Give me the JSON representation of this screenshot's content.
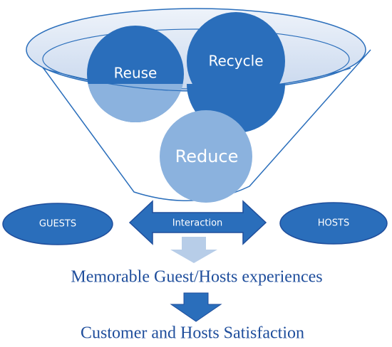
{
  "circles": {
    "reuse": "Reuse",
    "recycle": "Recycle",
    "reduce": "Reduce"
  },
  "left_oval": "GUESTS",
  "right_oval": "HOSTS",
  "arrow_label": "Interaction",
  "outcome_1": "Memorable Guest/Hosts experiences",
  "outcome_2": "Customer and Hosts Satisfaction",
  "colors": {
    "dark_blue": "#2a6ebb",
    "light_blue": "#8bb2de",
    "pale_arrow": "#b7cde8",
    "outline": "#2a6ebb",
    "text_blue": "#1f4e9c"
  }
}
